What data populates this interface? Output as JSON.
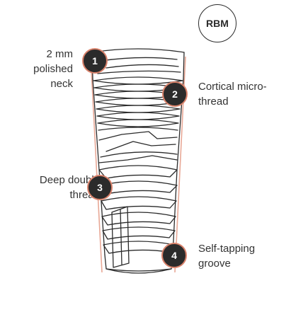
{
  "badge_rbm": "RBM",
  "callouts": [
    {
      "number": "1",
      "text_lines": [
        "2 mm",
        "polished",
        "neck"
      ]
    },
    {
      "number": "2",
      "text_lines": [
        "Cortical micro-",
        "thread"
      ]
    },
    {
      "number": "3",
      "text_lines": [
        "Deep double",
        "thread"
      ]
    },
    {
      "number": "4",
      "text_lines": [
        "Self-tapping",
        "groove"
      ]
    }
  ],
  "colors": {
    "accent": "#d9826b",
    "line": "#2b2b2b",
    "badge_fill": "#2b2b2b",
    "text": "#333333"
  }
}
